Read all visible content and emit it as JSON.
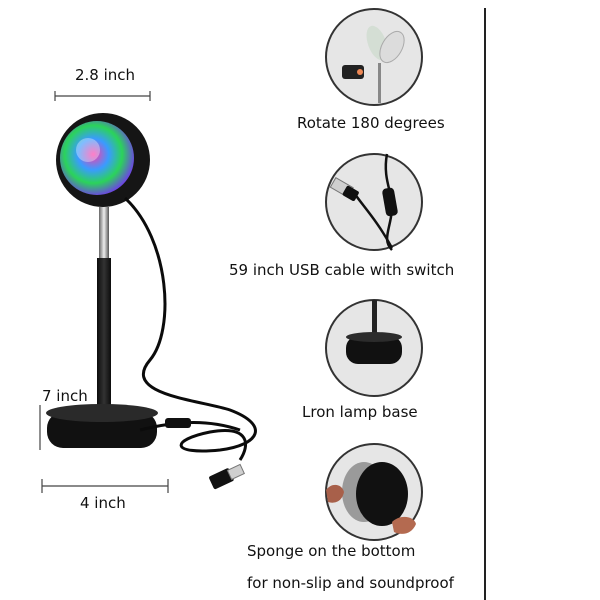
{
  "dimensions": {
    "width_label": "2.8 inch",
    "height_label": "7 inch",
    "base_label": "4 inch"
  },
  "features": [
    {
      "label": "Rotate 180 degrees",
      "icon": "rotate-head-icon"
    },
    {
      "label": "59 inch USB cable with switch",
      "icon": "usb-cable-switch-icon"
    },
    {
      "label": "Lron lamp base",
      "icon": "lamp-base-icon"
    },
    {
      "label": "Sponge on the bottom",
      "label2": "for non-slip and soundproof",
      "icon": "sponge-bottom-icon"
    }
  ],
  "colors": {
    "lamp_body": "#151515",
    "circle_bg": "#e6e6e6",
    "circle_border": "#333333"
  }
}
